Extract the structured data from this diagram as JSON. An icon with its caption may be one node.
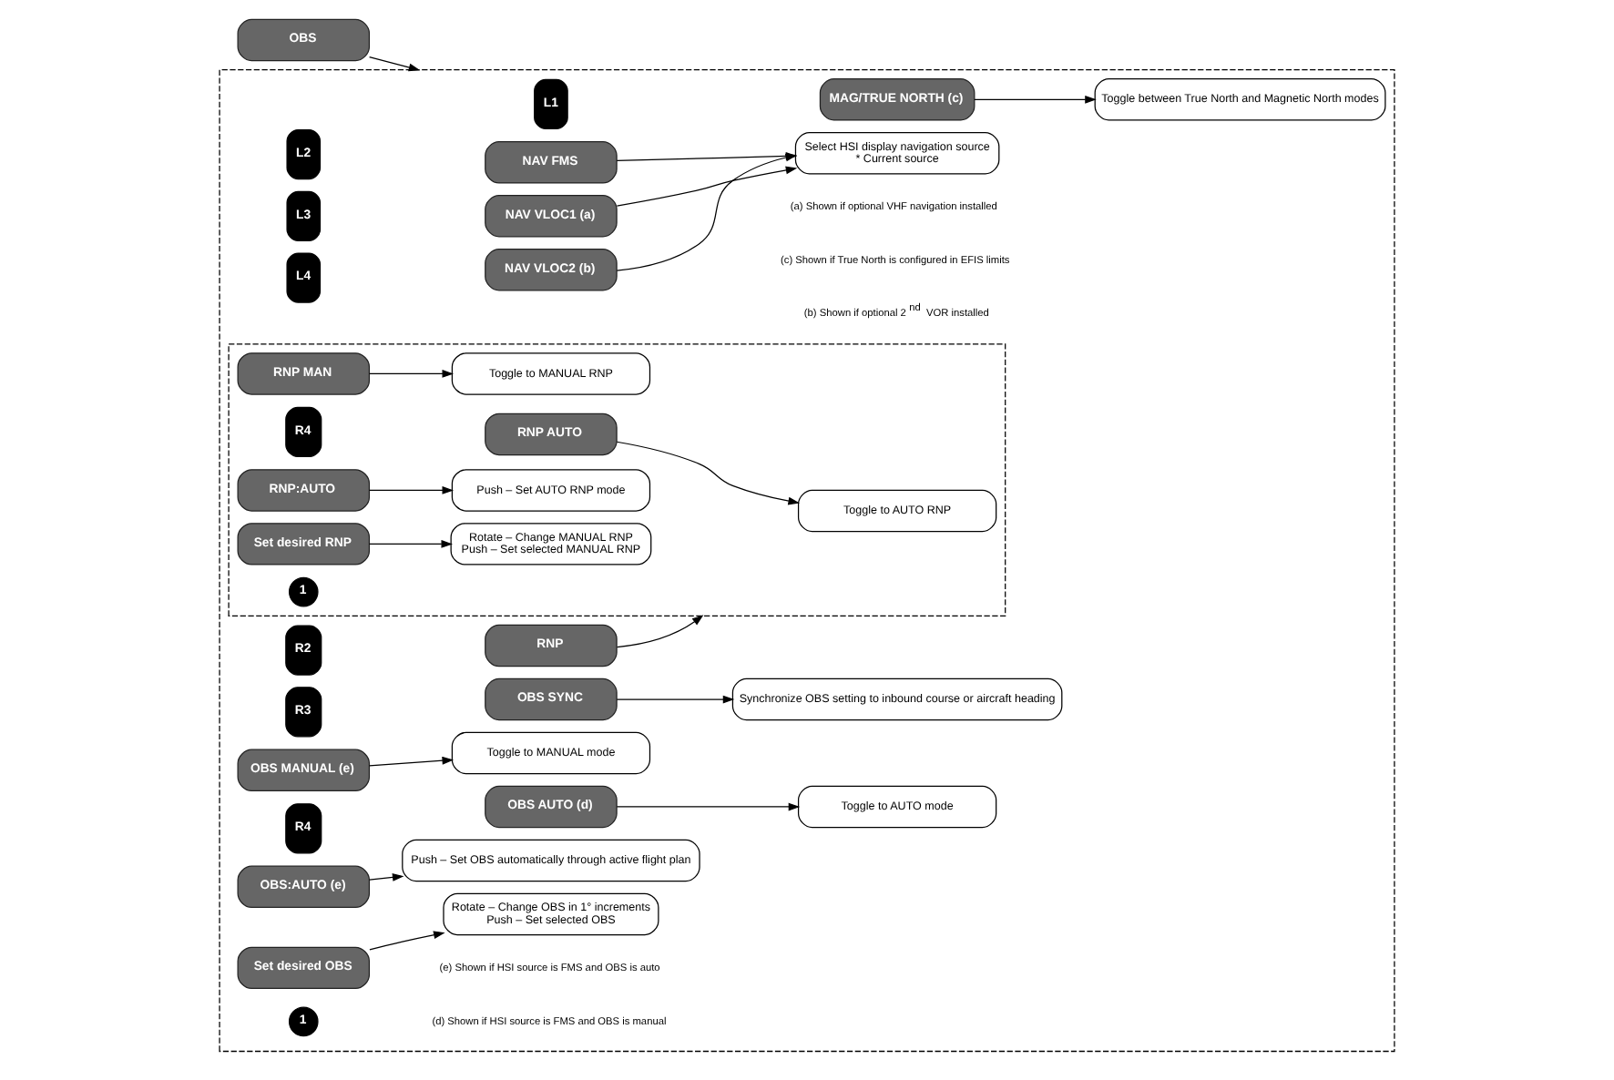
{
  "diagram": {
    "nodes": [
      {
        "text": [
          "OBS"
        ]
      },
      {
        "text": [],
        "shape": "box"
      },
      {
        "text": [
          "L1"
        ],
        "in": 1
      },
      {
        "text": [
          "MAG/TRUE NORTH (c)"
        ],
        "in": 1
      },
      {
        "text": [
          "Toggle between True North and Magnetic North modes"
        ],
        "in": 1
      },
      {
        "text": [
          "L2"
        ],
        "in": 1
      },
      {
        "text": [
          "NAV FMS"
        ],
        "in": 1
      },
      {
        "text": [
          "L3"
        ],
        "in": 1
      },
      {
        "text": [
          "NAV VLOC1 (a)"
        ],
        "in": 1
      },
      {
        "text": [
          "L4"
        ],
        "in": 1
      },
      {
        "text": [
          "NAV VLOC2 (b)"
        ],
        "in": 1
      },
      {
        "text": [
          "Select HSI display navigation source",
          "* Current source"
        ],
        "in": 1
      },
      {
        "text": [
          "RNP"
        ],
        "in": 1
      },
      {
        "text": [
          "R2"
        ],
        "in": 1
      },
      {
        "text": [
          "Synchronize OBS setting to inbound course or aircraft heading"
        ],
        "in": 1
      },
      {
        "text": [
          "OBS SYNC"
        ],
        "in": 1
      },
      {
        "text": [
          "R3"
        ],
        "in": 1
      },
      {
        "text": [
          "Toggle to AUTO mode"
        ],
        "in": 1
      },
      {
        "text": [
          "OBS AUTO (d)"
        ],
        "in": 1
      },
      {
        "text": [
          "Toggle to MANUAL mode"
        ],
        "in": 1
      },
      {
        "text": [
          "OBS MANUAL (e)"
        ],
        "in": 1
      },
      {
        "text": [
          "R4"
        ],
        "in": 1
      },
      {
        "text": [
          "Push – Set OBS automatically through active flight plan"
        ],
        "in": 1
      },
      {
        "text": [
          "OBS:AUTO (e)"
        ],
        "in": 1
      },
      {
        "text": [
          "Rotate – Change OBS in 1° increments",
          "Push – Set selected OBS"
        ],
        "in": 1
      },
      {
        "text": [
          "Set desired OBS"
        ],
        "in": 1
      },
      {
        "text": [
          "1"
        ],
        "in": 1
      },
      {
        "text": [],
        "shape": "box",
        "in": 1
      },
      {
        "text": [
          "Toggle to AUTO RNP"
        ],
        "in": 27
      },
      {
        "text": [
          "RNP AUTO"
        ],
        "in": 27
      },
      {
        "text": [
          "Toggle to MANUAL RNP"
        ],
        "in": 27
      },
      {
        "text": [
          "RNP MAN"
        ],
        "in": 27
      },
      {
        "text": [
          "R4"
        ],
        "in": 27
      },
      {
        "text": [
          "Push – Set AUTO RNP mode"
        ],
        "in": 27
      },
      {
        "text": [
          "RNP:AUTO"
        ],
        "in": 27
      },
      {
        "text": [
          "Rotate – Change MANUAL RNP",
          "Push – Set selected MANUAL RNP"
        ],
        "in": 27
      },
      {
        "text": [
          "Set desired RNP"
        ],
        "in": 27
      },
      {
        "text": [
          "1"
        ],
        "in": 27
      }
    ],
    "edges": [
      {
        "from": 0,
        "to": 1,
        "arrow": "to"
      },
      {
        "from": 3,
        "to": 4,
        "arrow": "to"
      },
      {
        "from": 6,
        "to": 11,
        "arrow": "to"
      },
      {
        "from": 8,
        "to": 11,
        "arrow": "to"
      },
      {
        "from": 10,
        "to": 11,
        "arrow": "to"
      },
      {
        "from": 12,
        "to": 27,
        "arrow": "to"
      },
      {
        "from": 15,
        "to": 14,
        "arrow": "to"
      },
      {
        "from": 18,
        "to": 17,
        "arrow": "to"
      },
      {
        "from": 20,
        "to": 19,
        "arrow": "to"
      },
      {
        "from": 23,
        "to": 22,
        "arrow": "to"
      },
      {
        "from": 25,
        "to": 24,
        "arrow": "to"
      },
      {
        "from": 29,
        "to": 28,
        "arrow": "to"
      },
      {
        "from": 31,
        "to": 30,
        "arrow": "to"
      },
      {
        "from": 34,
        "to": 33,
        "arrow": "to"
      },
      {
        "from": 36,
        "to": 35,
        "arrow": "to"
      }
    ],
    "labels": [
      "(a) Shown if optional VHF navigation installed",
      "(b) Shown if optional 2$^{nd}$ VOR installed",
      "(c) Shown if True North is configured in EFIS limits",
      "(d) Shown if HSI source is FMS and OBS is manual",
      "(e) Shown if HSI source is FMS and OBS is auto"
    ]
  }
}
